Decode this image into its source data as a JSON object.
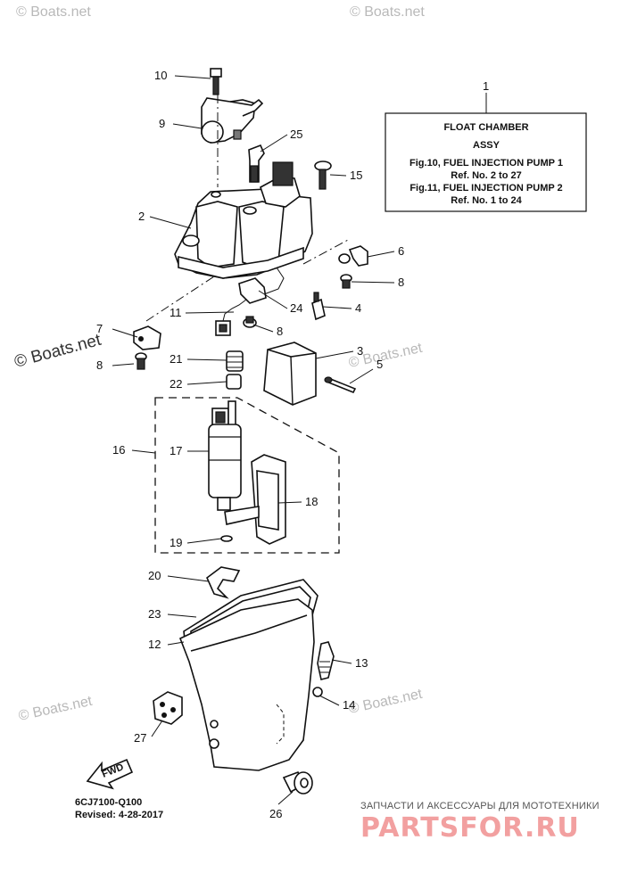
{
  "watermarks": {
    "top_left": "© Boats.net",
    "top_right": "© Boats.net",
    "mid_left": "© Boats.net",
    "mid_right": "© Boats.net",
    "low_left": "© Boats.net",
    "low_right": "© Boats.net"
  },
  "assembly_box": {
    "ref": "1",
    "line1": "FLOAT CHAMBER",
    "line2": "ASSY",
    "line3": "Fig.10, FUEL INJECTION PUMP 1",
    "line4": "Ref. No. 2 to 27",
    "line5": "Fig.11, FUEL INJECTION PUMP 2",
    "line6": "Ref. No. 1 to 24"
  },
  "callouts": {
    "c2": "2",
    "c3": "3",
    "c4": "4",
    "c5": "5",
    "c6": "6",
    "c7": "7",
    "c8a": "8",
    "c8b": "8",
    "c8c": "8",
    "c9": "9",
    "c10": "10",
    "c11": "11",
    "c12": "12",
    "c13": "13",
    "c14": "14",
    "c15": "15",
    "c16": "16",
    "c17": "17",
    "c18": "18",
    "c19": "19",
    "c20": "20",
    "c21": "21",
    "c22": "22",
    "c23": "23",
    "c24": "24",
    "c25": "25",
    "c26": "26",
    "c27": "27"
  },
  "fwd_label": "FWD",
  "diagram_code": "6CJ7100-Q100",
  "revised": "Revised: 4-28-2017",
  "brand_tagline": "ЗАПЧАСТИ И АКСЕССУАРЫ ДЛЯ МОТОТЕХНИКИ",
  "brand_name": "PARTSFOR.RU"
}
